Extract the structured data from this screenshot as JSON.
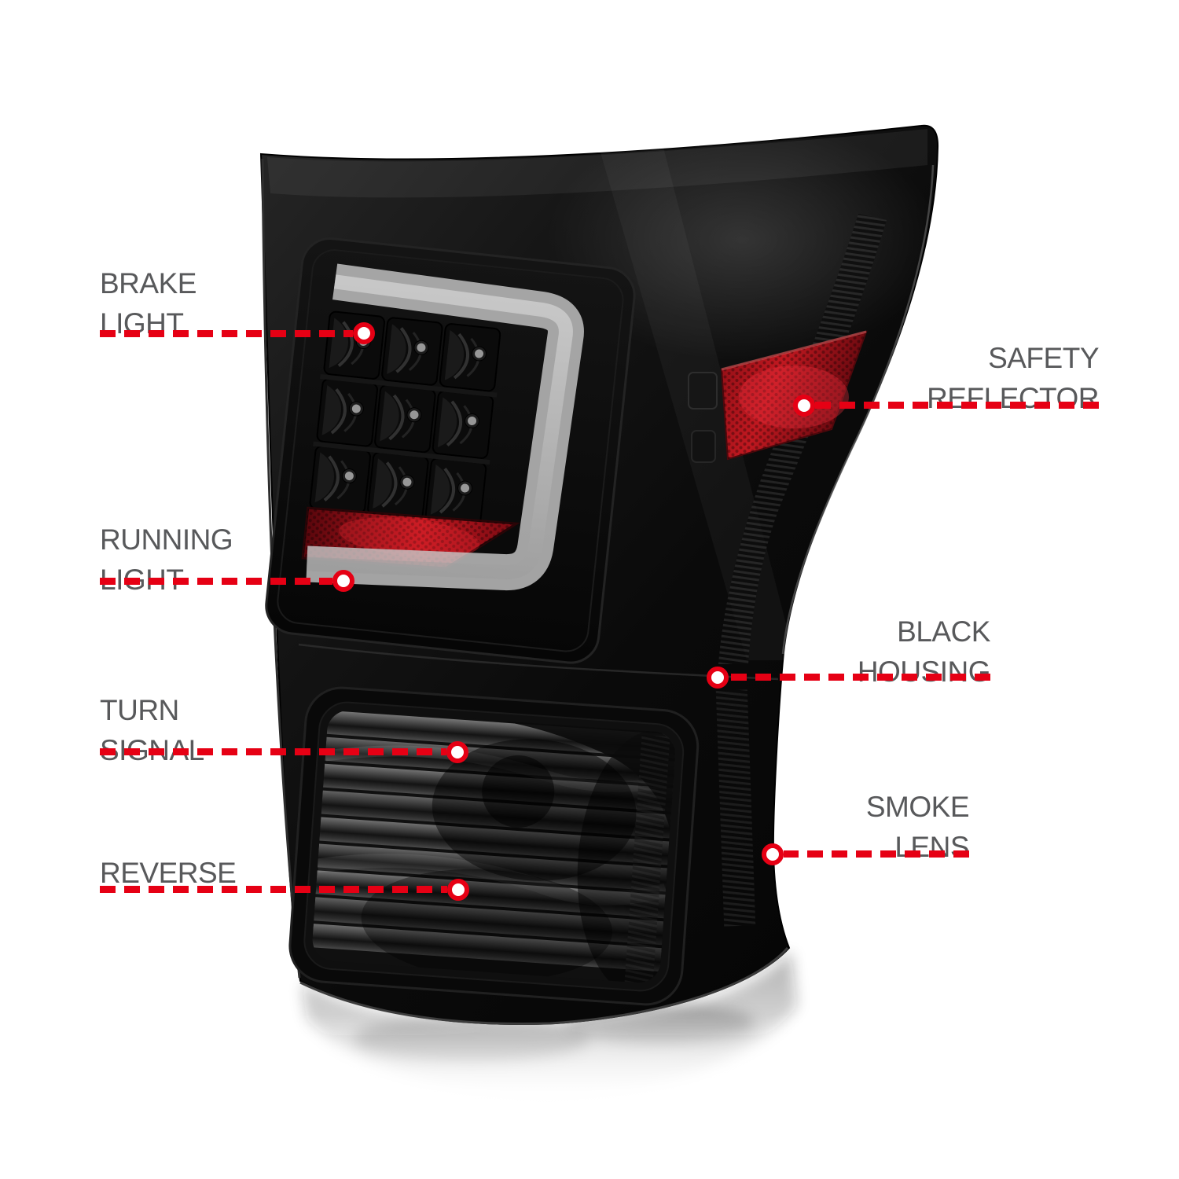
{
  "colors": {
    "background": "#ffffff",
    "label_text": "#58595b",
    "callout_red": "#e60014",
    "dot_white": "#ffffff",
    "housing_black": "#0a0a0a",
    "reflector_red": "#c01820",
    "light_bar": "#c6c6c6",
    "lens_gray": "#4a4a4a"
  },
  "callouts": [
    {
      "id": "brake-light",
      "lines": [
        "BRAKE",
        "LIGHT"
      ]
    },
    {
      "id": "running-light",
      "lines": [
        "RUNNING",
        "LIGHT"
      ]
    },
    {
      "id": "turn-signal",
      "lines": [
        "TURN",
        "SIGNAL"
      ]
    },
    {
      "id": "reverse",
      "lines": [
        "REVERSE"
      ]
    },
    {
      "id": "safety-reflector",
      "lines": [
        "SAFETY",
        "REFLECTOR"
      ]
    },
    {
      "id": "black-housing",
      "lines": [
        "BLACK",
        "HOUSING"
      ]
    },
    {
      "id": "smoke-lens",
      "lines": [
        "SMOKE",
        "LENS"
      ]
    }
  ]
}
